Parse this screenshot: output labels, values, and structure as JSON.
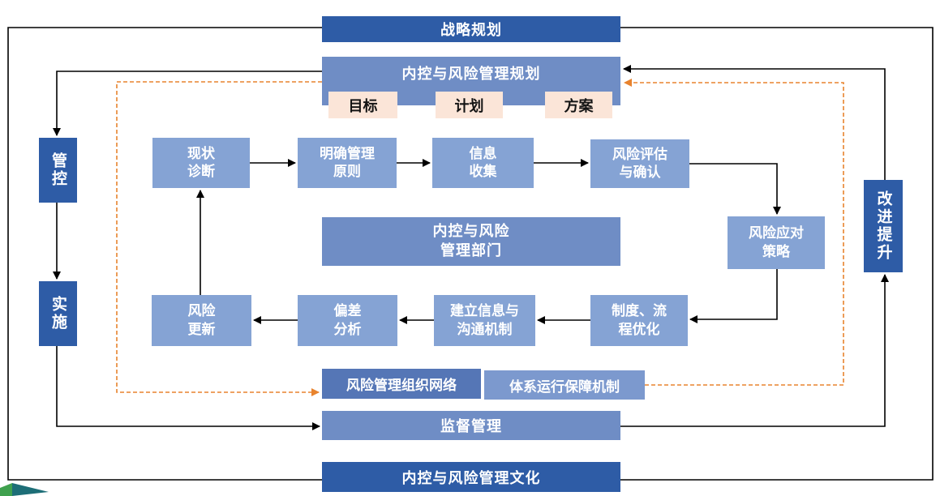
{
  "colors": {
    "dark_blue": "#2E5CA6",
    "medium_blue": "#6F8DC5",
    "flow_blue": "#85A3D4",
    "org_network_blue": "#5576B6",
    "system_blue": "#7C99CE",
    "peach": "#FBE5D8",
    "dashed_orange": "#E8832E",
    "line_black": "#000000",
    "logo_teal": "#1D6E77",
    "logo_green": "#3FA14E"
  },
  "nodes": {
    "strategic_planning": "战略规划",
    "ic_risk_planning": "内控与风险管理规划",
    "goal": "目标",
    "plan": "计划",
    "scheme": "方案",
    "control": "管控",
    "implement": "实施",
    "improve": "改进提升",
    "status_diagnosis": "现状\n诊断",
    "clarify_principles": "明确管理\n原则",
    "info_collection": "信息\n收集",
    "risk_assessment": "风险评估\n与确认",
    "risk_response": "风险应对\n策略",
    "process_optimization": "制度、流\n程优化",
    "communication_mechanism": "建立信息与\n沟通机制",
    "deviation_analysis": "偏差\n分析",
    "risk_update": "风险\n更新",
    "ic_risk_department": "内控与风险\n管理部门",
    "risk_org_network": "风险管理组织网络",
    "system_guarantee": "体系运行保障机制",
    "supervision": "监督管理",
    "ic_risk_culture": "内控与风险管理文化"
  },
  "edges": {
    "solid_black": [
      [
        "ic_risk_planning",
        "control"
      ],
      [
        "control",
        "implement"
      ],
      [
        "implement",
        "supervision"
      ],
      [
        "supervision",
        "improve"
      ],
      [
        "improve",
        "ic_risk_planning"
      ],
      [
        "status_diagnosis",
        "clarify_principles"
      ],
      [
        "clarify_principles",
        "info_collection"
      ],
      [
        "info_collection",
        "risk_assessment"
      ],
      [
        "risk_assessment",
        "risk_response"
      ],
      [
        "risk_response",
        "process_optimization"
      ],
      [
        "process_optimization",
        "communication_mechanism"
      ],
      [
        "communication_mechanism",
        "deviation_analysis"
      ],
      [
        "deviation_analysis",
        "risk_update"
      ],
      [
        "risk_update",
        "status_diagnosis"
      ]
    ],
    "dashed_orange": [
      [
        "ic_risk_planning",
        "risk_org_network"
      ],
      [
        "system_guarantee",
        "ic_risk_planning"
      ]
    ]
  }
}
